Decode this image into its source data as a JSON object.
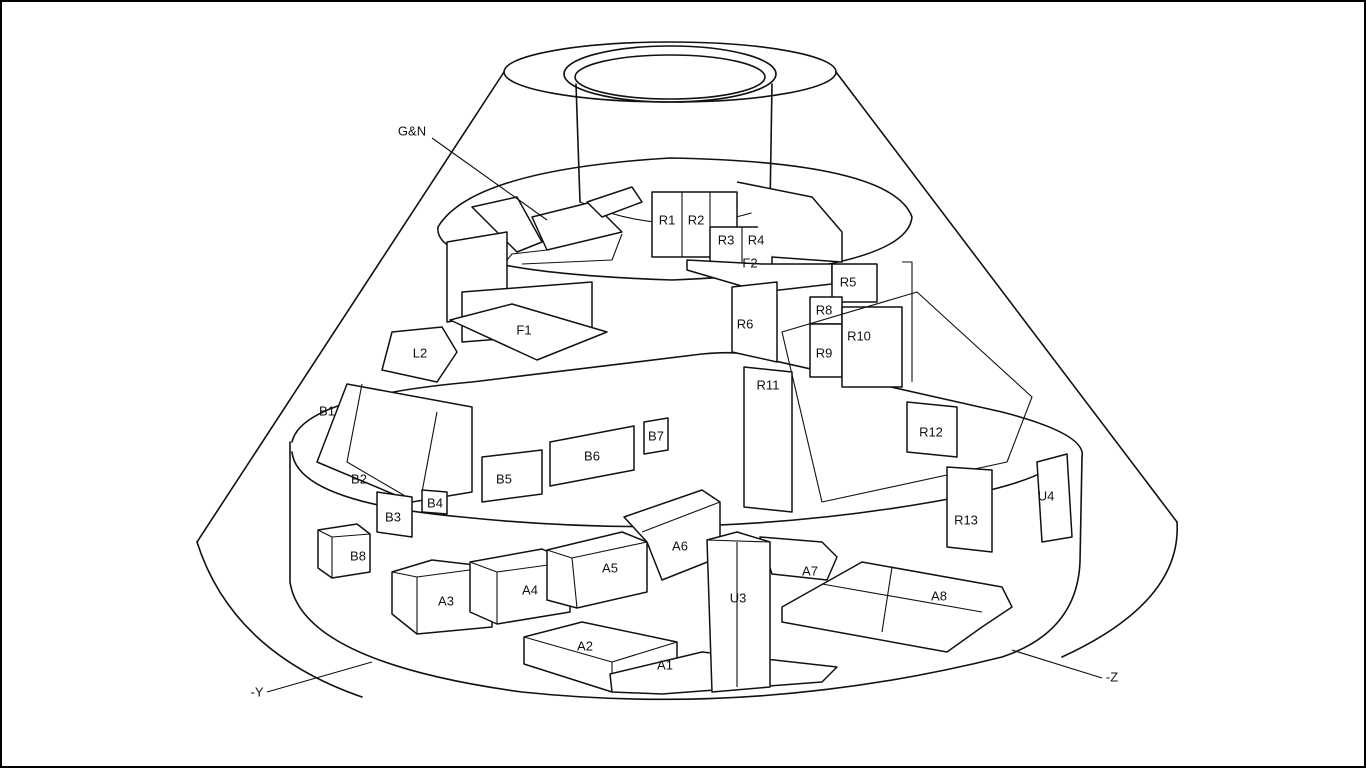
{
  "labels": {
    "gn": "G&N",
    "r1": "R1",
    "r2": "R2",
    "r3": "R3",
    "r4": "R4",
    "r5": "R5",
    "r6": "R6",
    "r8": "R8",
    "r9": "R9",
    "r10": "R10",
    "r11": "R11",
    "r12": "R12",
    "r13": "R13",
    "f1": "F1",
    "f2": "F2",
    "l2": "L2",
    "b1": "B1",
    "b2": "B2",
    "b3": "B3",
    "b4": "B4",
    "b5": "B5",
    "b6": "B6",
    "b7": "B7",
    "b8": "B8",
    "a1": "A1",
    "a2": "A2",
    "a3": "A3",
    "a4": "A4",
    "a5": "A5",
    "a6": "A6",
    "a7": "A7",
    "a8": "A8",
    "u3": "U3",
    "u4": "U4"
  },
  "axes": {
    "minus_y": "-Y",
    "minus_z": "-Z"
  }
}
